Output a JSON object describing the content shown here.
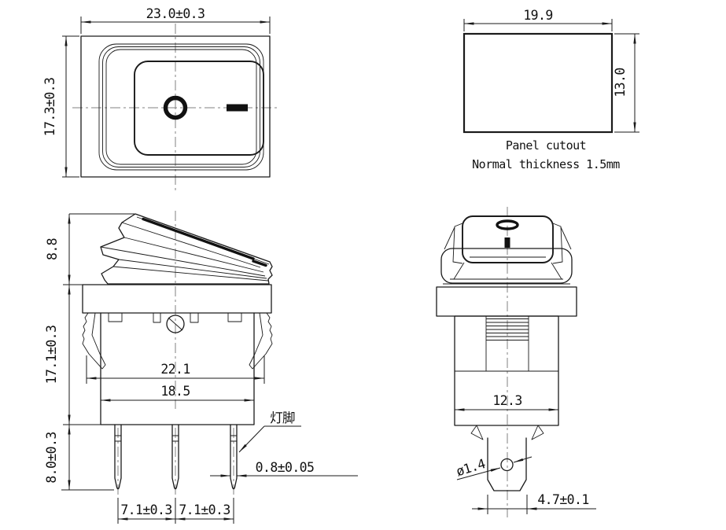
{
  "drawing": {
    "type": "engineering-drawing",
    "subject": "illuminated rocker switch",
    "background": "#ffffff",
    "line_color": "#1a1a1a",
    "centerline_color": "#808080",
    "views": {
      "front": {
        "width": "23.0±0.3",
        "height": "17.3±0.3"
      },
      "panel": {
        "width": "19.9",
        "height": "13.0",
        "caption1": "Panel cutout",
        "caption2": "Normal thickness 1.5mm"
      },
      "side": {
        "rocker_height": "8.8",
        "body_height": "17.1±0.3",
        "pin_length": "8.0±0.3",
        "clip_width": "22.1",
        "body_width": "18.5",
        "pitch_left": "7.1±0.3",
        "pitch_right": "7.1±0.3",
        "pin_thickness": "0.8±0.05",
        "lamp_pin_label": "灯脚"
      },
      "end": {
        "body_width": "12.3",
        "hole_diameter": "ø1.4",
        "terminal_width": "4.7±0.1"
      }
    }
  }
}
